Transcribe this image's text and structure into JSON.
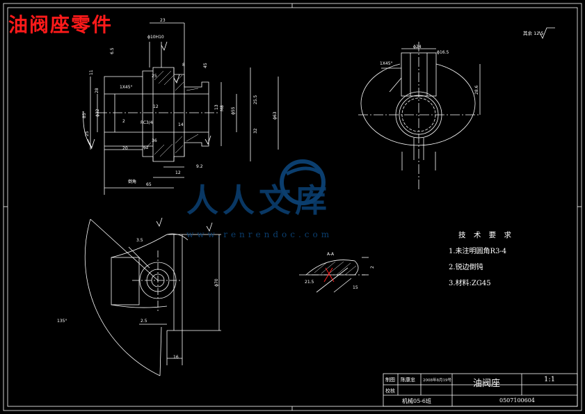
{
  "title": "油阀座零件",
  "watermark": {
    "text": "人人文库",
    "url": "www.renrendoc.com"
  },
  "roughness_note": "其余 12.5",
  "technical_requirements": {
    "heading": "技 术 要 求",
    "items": [
      "1.未注明圆角R3-4",
      "2.锐边倒钝",
      "3.材料:ZG45"
    ]
  },
  "title_block": {
    "drawn_label": "制图",
    "drawn_by": "陈康忠",
    "date": "2008年8月19号",
    "checked_label": "校核",
    "part_name": "油阀座",
    "scale": "1:1",
    "class_name": "机械05-6班",
    "drawing_number": "0507100604"
  },
  "section_label": "A-A",
  "dimensions": {
    "d23": "23",
    "d10": "ϕ10H10",
    "d65": "6.5",
    "d25": "25",
    "d8": "8",
    "d45": "45",
    "d11": "11",
    "d2x45": "1X45°",
    "d28": "28",
    "d25p": "25.5",
    "d55": "ϕ55",
    "d63": "ϕ63",
    "d12": "12",
    "d13": "13",
    "d32": "32",
    "d92": "ϕ32",
    "d2": "2",
    "d20": "20",
    "d36": "36",
    "d62": "62",
    "d14": "14",
    "d65b": "65",
    "d12b": "12",
    "d92b": "9.2",
    "d24": "ϕ24",
    "d165": "ϕ16.5",
    "d286": "28.6",
    "d1x45b": "1X45°",
    "d35": "3.5",
    "d135": "135°",
    "d25b": "2.5",
    "d16": "16",
    "d70": "ϕ70",
    "d12p5": "12.5",
    "d21": "21.5",
    "d15": "15",
    "d2b": "2",
    "r_threads": "RC3/4",
    "thread_m": "M8",
    "chamfer_label": "倒角",
    "left_dim": "85°",
    "left25": "25"
  }
}
